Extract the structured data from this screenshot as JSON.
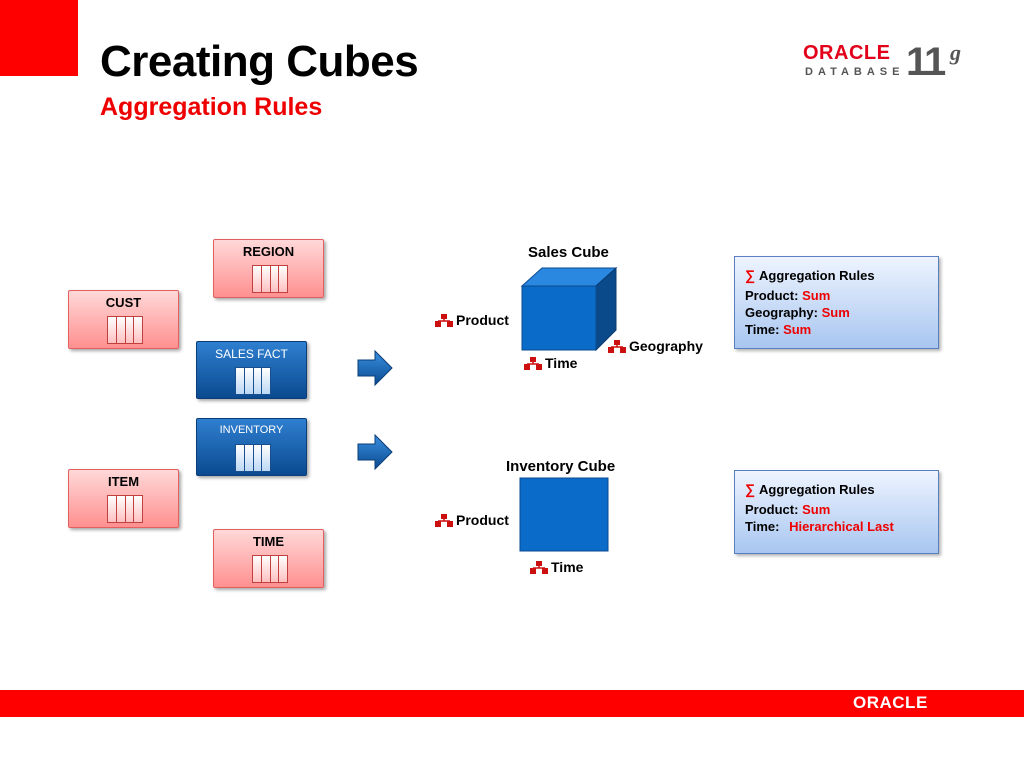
{
  "header": {
    "title": "Creating Cubes",
    "subtitle": "Aggregation Rules"
  },
  "logo": {
    "brand": "ORACLE",
    "product": "DATABASE",
    "version": "11",
    "version_suffix": "g"
  },
  "tables": {
    "region": "REGION",
    "cust": "CUST",
    "item": "ITEM",
    "time": "TIME"
  },
  "facts": {
    "sales": "SALES FACT",
    "inventory": "INVENTORY"
  },
  "sales_cube": {
    "title": "Sales Cube",
    "dims": {
      "product": "Product",
      "geography": "Geography",
      "time": "Time"
    },
    "rules": {
      "title": "Aggregation Rules",
      "rows": [
        {
          "label": "Product:",
          "value": "Sum"
        },
        {
          "label": "Geography:",
          "value": "Sum"
        },
        {
          "label": "Time:",
          "value": "Sum"
        }
      ]
    }
  },
  "inventory_cube": {
    "title": "Inventory Cube",
    "dims": {
      "product": "Product",
      "time": "Time"
    },
    "rules": {
      "title": "Aggregation Rules",
      "rows": [
        {
          "label": "Product:",
          "value": "Sum"
        },
        {
          "label": "Time:",
          "value": "Hierarchical Last"
        }
      ]
    }
  },
  "footer": {
    "brand": "ORACLE"
  },
  "colors": {
    "accent_red": "#ff0000",
    "cube_blue": "#0a6cc8",
    "fact_blue": "#0a4a90"
  }
}
